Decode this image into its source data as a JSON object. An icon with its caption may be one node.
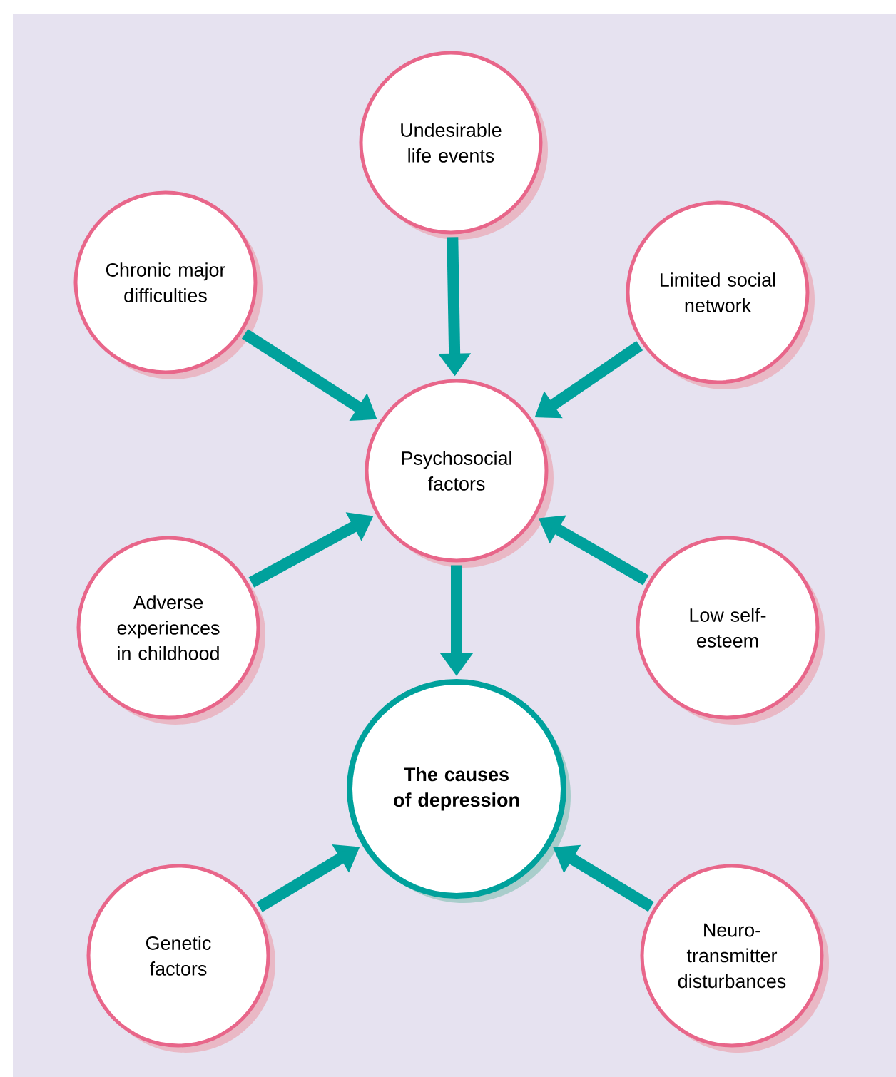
{
  "diagram": {
    "nodes": [
      {
        "text": [
          "Undesirable life events"
        ]
      },
      {
        "text": [
          "Chronic major difficulties"
        ]
      },
      {
        "text": [
          "Limited social network"
        ]
      },
      {
        "text": [
          "Psychosocial factors"
        ]
      },
      {
        "text": [
          "Adverse experiences in childhood"
        ]
      },
      {
        "text": [
          "Low self-esteem"
        ]
      },
      {
        "text": [
          "The causes of depression"
        ]
      },
      {
        "text": [
          "Genetic factors"
        ]
      },
      {
        "text": [
          "Neuro- transmitter disturbances"
        ]
      }
    ],
    "edges": [
      {
        "from": 0,
        "to": 3,
        "arrow": "to"
      },
      {
        "from": 1,
        "to": 3,
        "arrow": "to"
      },
      {
        "from": 2,
        "to": 3,
        "arrow": "to"
      },
      {
        "from": 4,
        "to": 3,
        "arrow": "to"
      },
      {
        "from": 5,
        "to": 3,
        "arrow": "to"
      },
      {
        "from": 3,
        "to": 6,
        "arrow": "to"
      },
      {
        "from": 7,
        "to": 6,
        "arrow": "to"
      },
      {
        "from": 8,
        "to": 6,
        "arrow": "to"
      }
    ]
  }
}
